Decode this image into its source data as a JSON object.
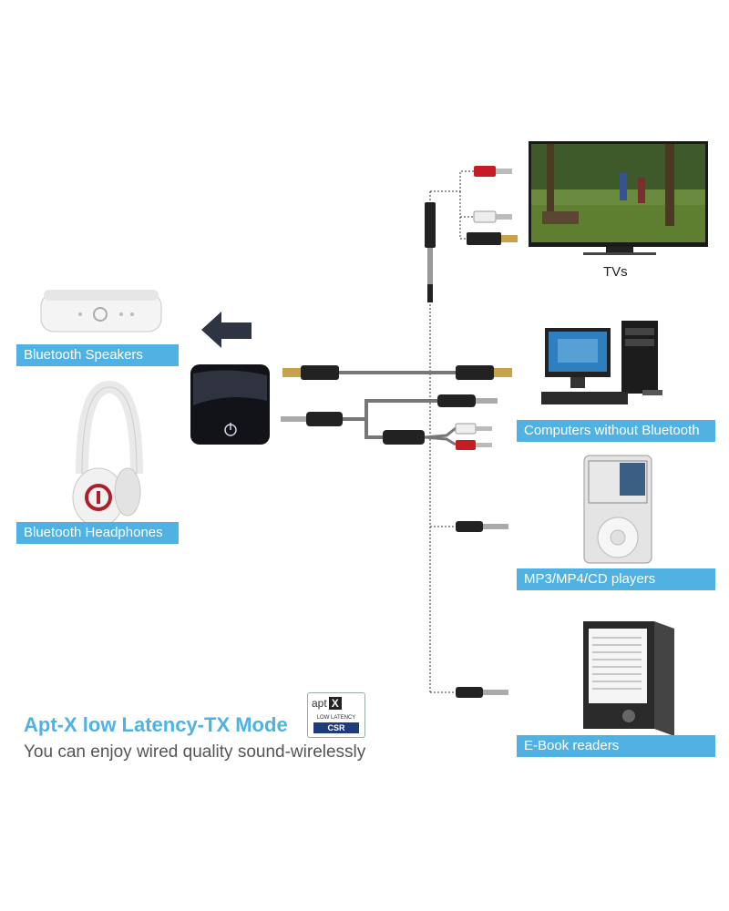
{
  "colors": {
    "accent": "#4fb2e2",
    "cable": "#7a7a7a",
    "device_dark": "#111318"
  },
  "labels": {
    "bluetooth_speakers": "Bluetooth Speakers",
    "bluetooth_headphones": "Bluetooth Headphones",
    "tvs": "TVs",
    "computers": "Computers without Bluetooth",
    "mp3": "MP3/MP4/CD players",
    "ebook": "E-Book readers"
  },
  "footer": {
    "headline": "Apt-X low Latency-TX Mode",
    "subline": "You can enjoy wired quality sound-wirelessly"
  },
  "badge": {
    "brand": "apt",
    "brand_mark": "X",
    "tagline": "LOW LATENCY",
    "chip": "CSR"
  },
  "icons": [
    "arrow-left-icon",
    "power-icon"
  ]
}
